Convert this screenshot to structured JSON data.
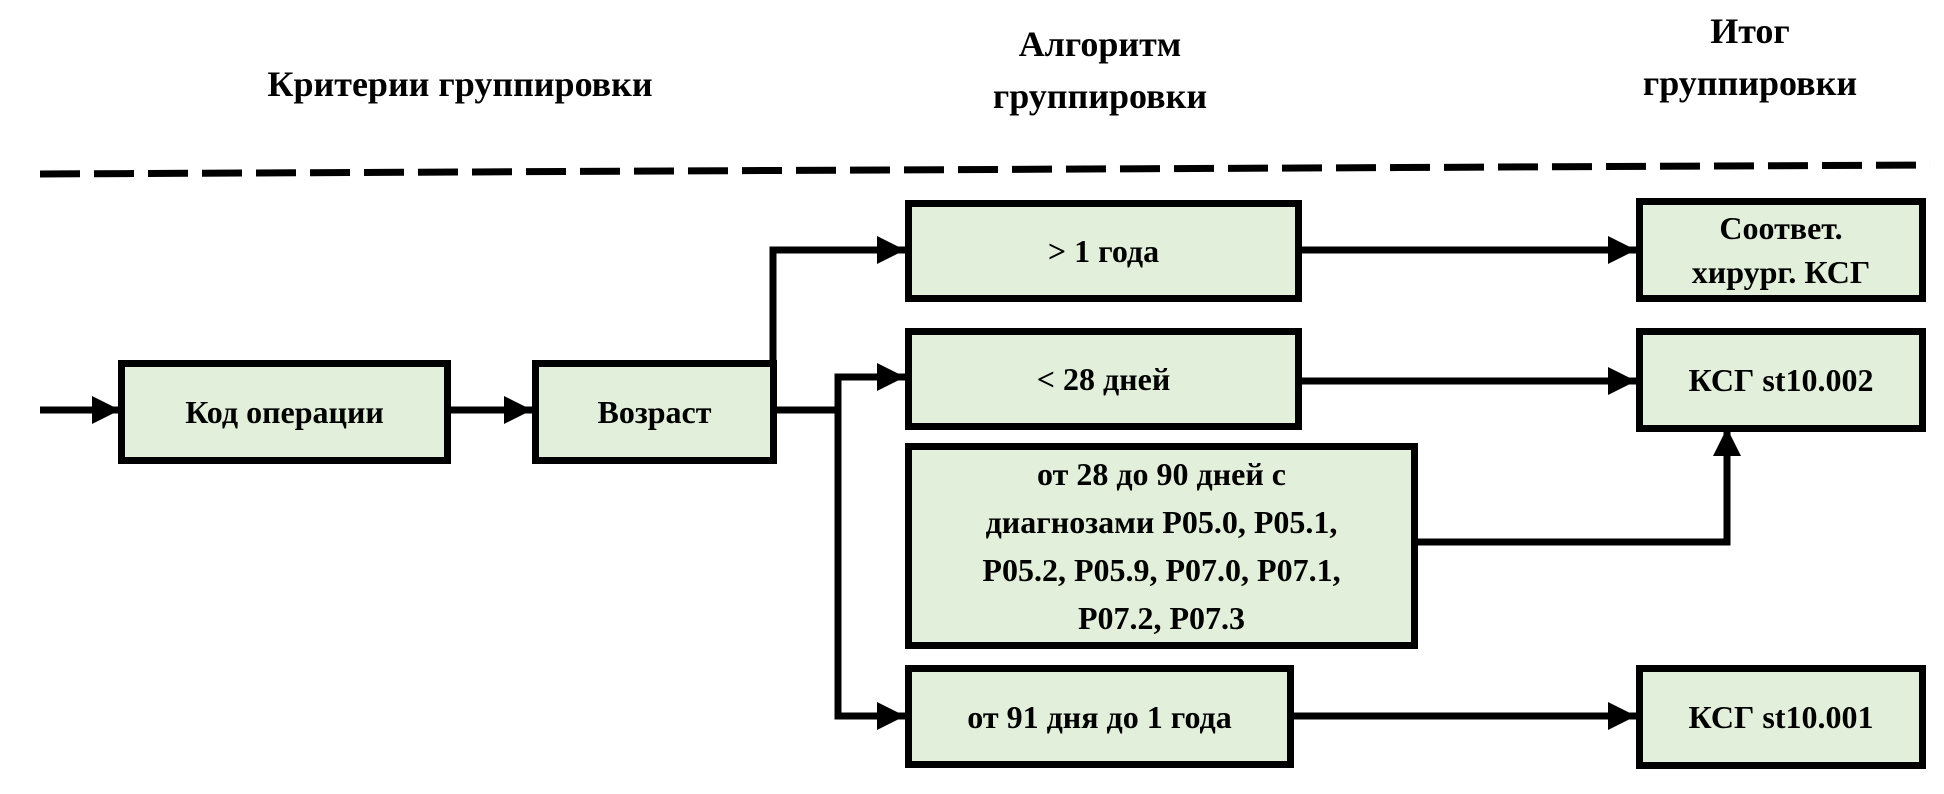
{
  "headers": {
    "criteria": "Критерии группировки",
    "algorithm": [
      "Алгоритм",
      "группировки"
    ],
    "result": [
      "Итог",
      "группировки"
    ]
  },
  "nodes": {
    "op_code": "Код операции",
    "age": "Возраст",
    "over_1_year": "> 1 года",
    "under_28_days": "< 28 дней",
    "days_28_90": [
      "от 28 до 90 дней с",
      "диагнозами Р05.0, Р05.1,",
      "Р05.2, Р05.9, Р07.0, Р07.1,",
      "Р07.2, Р07.3"
    ],
    "days_91_to_1_year": "от 91 дня до 1 года",
    "ksg_surgical": [
      "Соответ.",
      "хирург. КСГ"
    ],
    "ksg_002": "КСГ st10.002",
    "ksg_001": "КСГ st10.001"
  },
  "colors": {
    "box_fill": "#e2efda",
    "stroke": "#000000"
  }
}
